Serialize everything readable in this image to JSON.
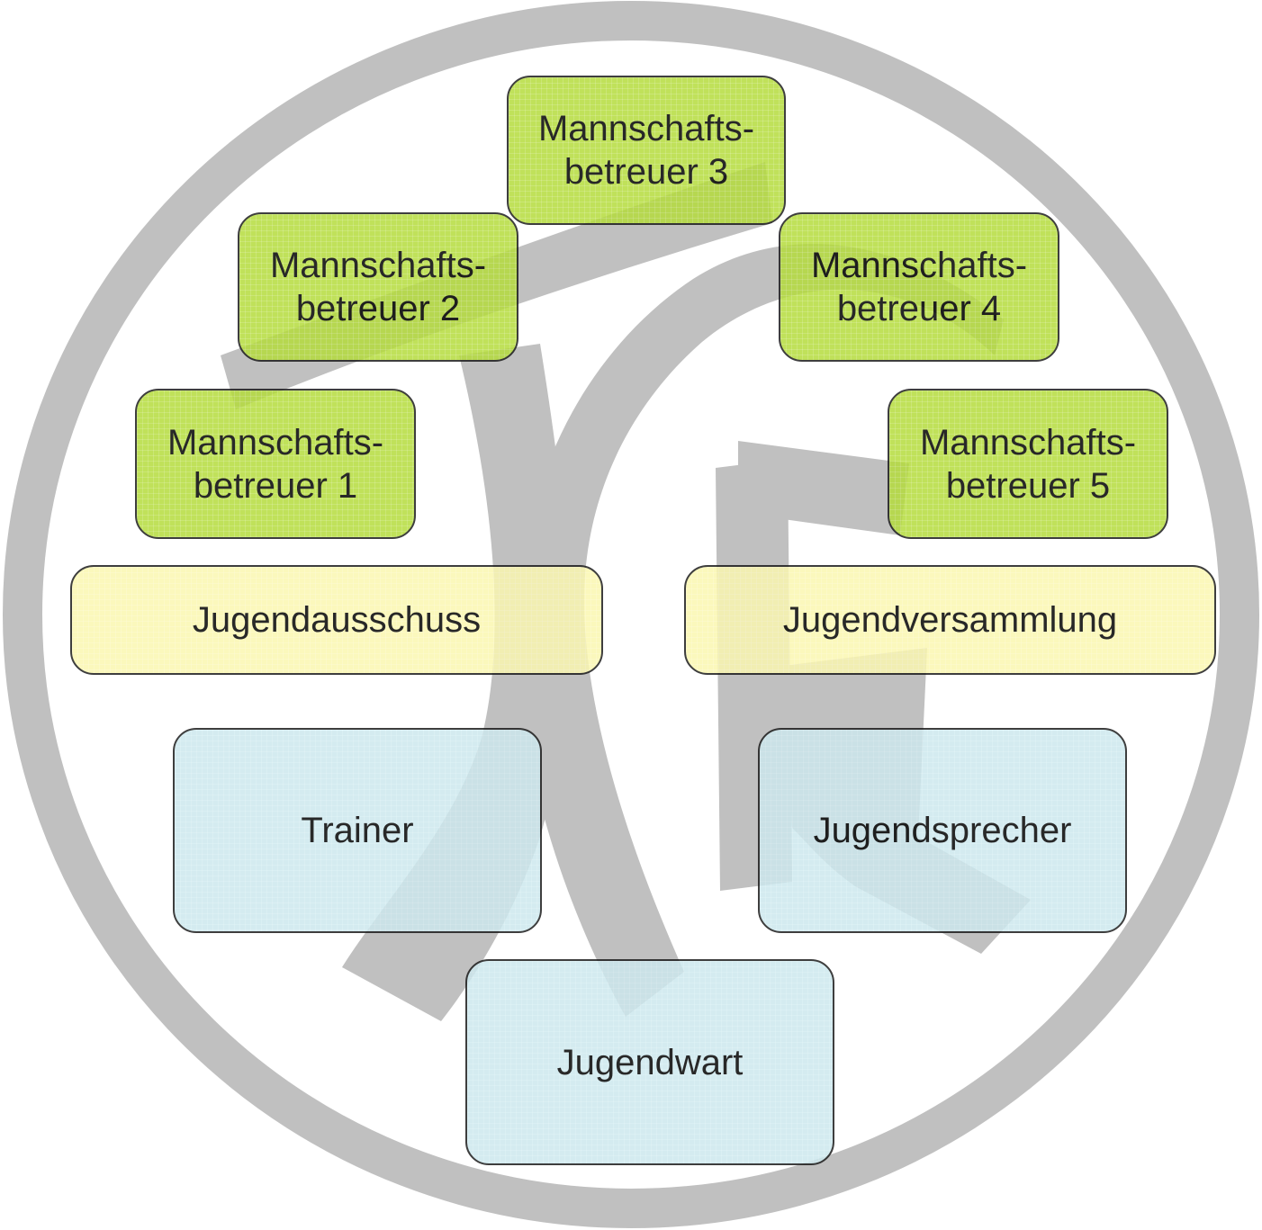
{
  "colors": {
    "logo": "#c0c0c0",
    "border": "#1a1a1a",
    "green": "#b5dc3b",
    "yellow": "#fbf7b0",
    "blue": "#cce8ee"
  },
  "boxes": [
    {
      "id": "mannschaftsbetreuer-3",
      "lines": [
        "Mannschafts-",
        "betreuer 3"
      ],
      "color": "green"
    },
    {
      "id": "mannschaftsbetreuer-2",
      "lines": [
        "Mannschafts-",
        "betreuer 2"
      ],
      "color": "green"
    },
    {
      "id": "mannschaftsbetreuer-4",
      "lines": [
        "Mannschafts-",
        "betreuer 4"
      ],
      "color": "green"
    },
    {
      "id": "mannschaftsbetreuer-1",
      "lines": [
        "Mannschafts-",
        "betreuer 1"
      ],
      "color": "green"
    },
    {
      "id": "mannschaftsbetreuer-5",
      "lines": [
        "Mannschafts-",
        "betreuer 5"
      ],
      "color": "green"
    },
    {
      "id": "jugendausschuss",
      "lines": [
        "Jugendausschuss"
      ],
      "color": "yellow"
    },
    {
      "id": "jugendversammlung",
      "lines": [
        "Jugendversammlung"
      ],
      "color": "yellow"
    },
    {
      "id": "trainer",
      "lines": [
        "Trainer"
      ],
      "color": "blue"
    },
    {
      "id": "jugendsprecher",
      "lines": [
        "Jugendsprecher"
      ],
      "color": "blue"
    },
    {
      "id": "jugendwart",
      "lines": [
        "Jugendwart"
      ],
      "color": "blue"
    }
  ]
}
